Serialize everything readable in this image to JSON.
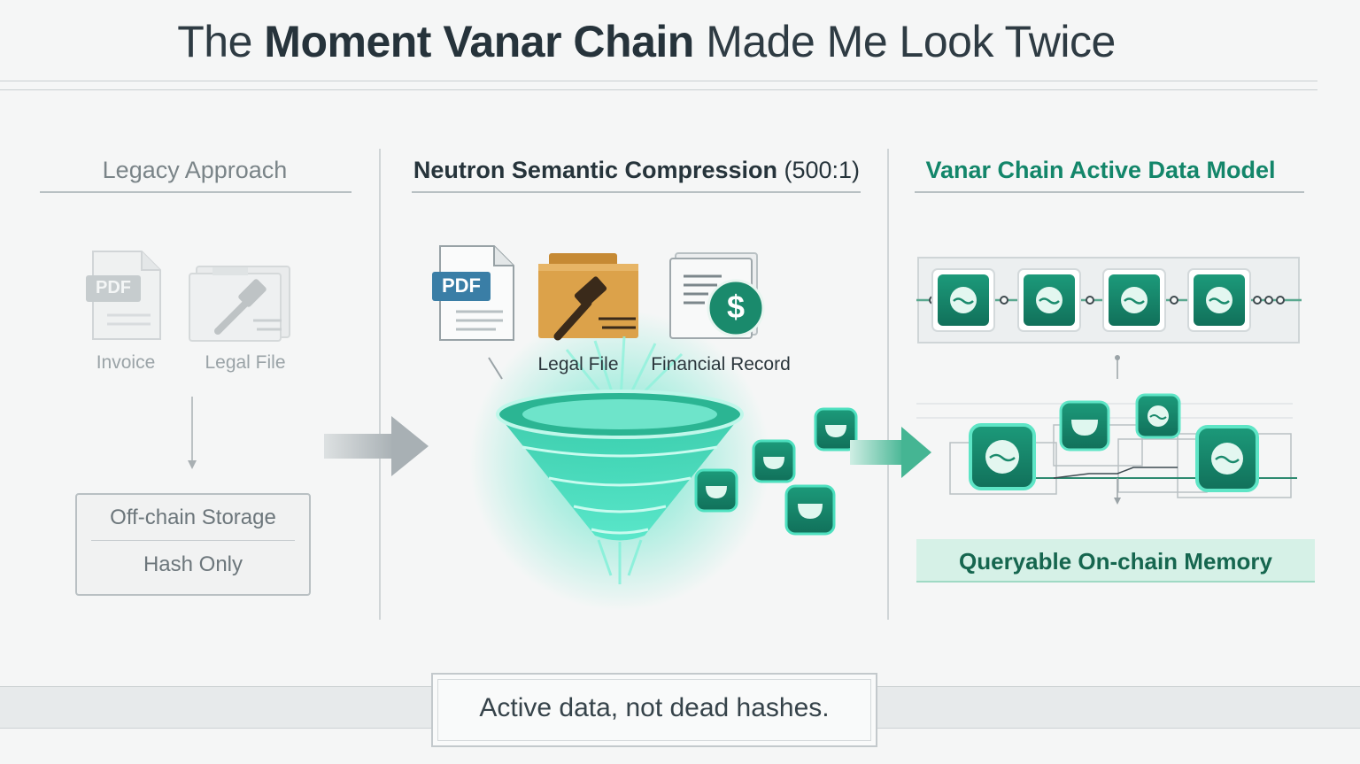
{
  "title": {
    "prefix": "The ",
    "bold": "Moment Vanar Chain",
    "suffix": " Made Me Look Twice"
  },
  "legacy": {
    "heading": "Legacy Approach",
    "doc1_badge": "PDF",
    "doc1_label": "Invoice",
    "doc2_label": "Legal File",
    "storage_line1": "Off-chain Storage",
    "storage_line2": "Hash Only"
  },
  "neutron": {
    "heading_bold": "Neutron Semantic Compression",
    "heading_ratio": " (500:1)",
    "doc1_badge": "PDF",
    "doc2_label": "Legal File",
    "doc3_label": "Financial Record",
    "doc3_symbol": "$"
  },
  "vanar": {
    "heading": "Vanar Chain Active Data Model",
    "memory_label": "Queryable On-chain Memory"
  },
  "tagline": "Active data, not dead hashes.",
  "colors": {
    "teal_dark": "#17876b",
    "teal_glow": "#3fe0c0",
    "legacy_gray": "#a9b0b3",
    "heading_green": "#13866a",
    "folder_gold": "#dca24a"
  }
}
